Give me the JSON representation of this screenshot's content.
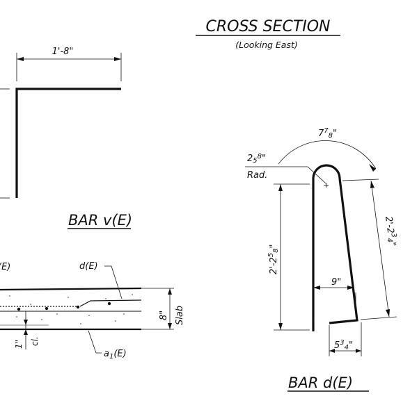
{
  "header": {
    "title": "CROSS SECTION",
    "subtitle": "(Looking East)"
  },
  "bar_v": {
    "dimension": "1'-8\"",
    "title": "BAR v(E)"
  },
  "bar_d": {
    "radius_whole": "2",
    "radius_frac_num": "5",
    "radius_frac_den": "8",
    "radius_inch": "\"",
    "radius_label": "Rad.",
    "arc_whole": "7",
    "arc_frac_num": "7",
    "arc_frac_den": "8",
    "arc_inch": "\"",
    "left_height_whole": "2'-2",
    "left_height_frac_num": "5",
    "left_height_frac_den": "8",
    "left_height_inch": "\"",
    "right_height_whole": "2'-2",
    "right_height_frac_num": "3",
    "right_height_frac_den": "4",
    "right_height_inch": "\"",
    "base_width": "9\"",
    "toe_whole": "5",
    "toe_frac_num": "3",
    "toe_frac_den": "4",
    "toe_inch": "\"",
    "title": "BAR d(E)"
  },
  "slab_detail": {
    "left_bar_label": "(E)",
    "bar_d_label": "d(E)",
    "slab_thickness": "8\"",
    "slab_label": "Slab",
    "clear_cover": "1\"",
    "clear_label": "cl.",
    "bar_a1_label_main": "a",
    "bar_a1_label_sub": "1",
    "bar_a1_label_tail": "(E)"
  }
}
